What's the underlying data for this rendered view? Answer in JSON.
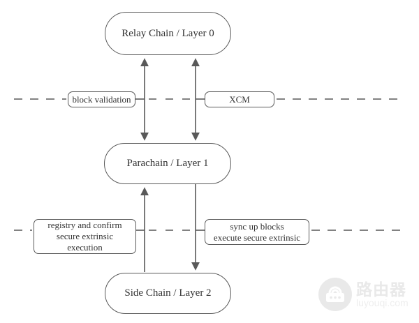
{
  "diagram": {
    "nodes": {
      "relay": {
        "label": "Relay Chain / Layer 0"
      },
      "parachain": {
        "label": "Parachain / Layer 1"
      },
      "sidechain": {
        "label": "Side Chain / Layer 2"
      }
    },
    "labels": {
      "block_validation": {
        "text": "block validation"
      },
      "xcm": {
        "text": "XCM"
      },
      "registry": {
        "lines": [
          "registry and confirm",
          "secure extrinsic",
          "execution"
        ]
      },
      "sync": {
        "lines": [
          "sync up blocks",
          "execute secure extrinsic"
        ]
      }
    },
    "colors": {
      "line": "#595959",
      "text": "#333333",
      "background": "#ffffff"
    }
  },
  "watermark": {
    "brand": "路由器",
    "domain": "luyouqi.com",
    "icon": "router-icon",
    "color": "#e9e9e9"
  }
}
